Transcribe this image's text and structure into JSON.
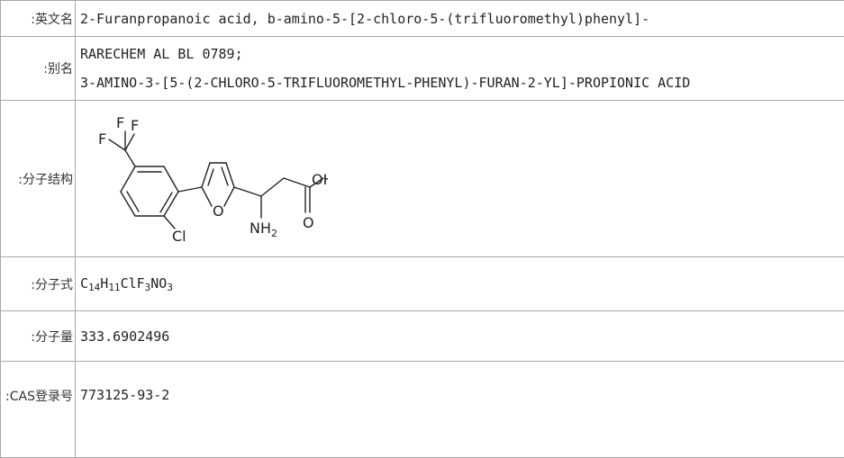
{
  "rows": {
    "english_name": {
      "label": "英文名:",
      "value": "2-Furanpropanoic acid, b-amino-5-[2-chloro-5-(trifluoromethyl)phenyl]-"
    },
    "alias": {
      "label": "别名:",
      "values": [
        "RARECHEM AL BL 0789;",
        "3-AMINO-3-[5-(2-CHLORO-5-TRIFLUOROMETHYL-PHENYL)-FURAN-2-YL]-PROPIONIC ACID"
      ]
    },
    "structure": {
      "label": "分子结构:",
      "atoms": {
        "f1": "F",
        "f2": "F",
        "f3": "F",
        "o_ring": "O",
        "oh": "OH",
        "cl": "Cl",
        "nh2": "NH",
        "nh2_sub": "2",
        "o_carbonyl": "O"
      }
    },
    "formula": {
      "label": "分子式:",
      "parts": [
        {
          "t": "C",
          "s": "14"
        },
        {
          "t": "H",
          "s": "11"
        },
        {
          "t": "ClF",
          "s": "3"
        },
        {
          "t": "NO",
          "s": "3"
        }
      ]
    },
    "weight": {
      "label": "分子量:",
      "value": "333.6902496"
    },
    "cas": {
      "label": "CAS登录号:",
      "value": "773125-93-2"
    }
  }
}
